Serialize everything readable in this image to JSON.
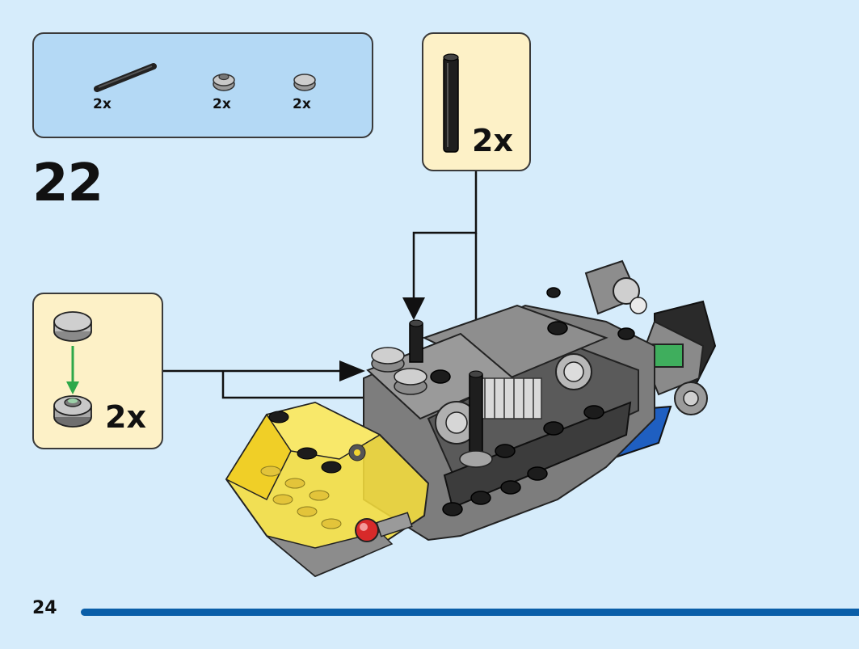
{
  "parts_list": {
    "items": [
      {
        "name": "black-axle-pin-icon",
        "qty": "2x"
      },
      {
        "name": "gray-round-plate-with-ring-icon",
        "qty": "2x"
      },
      {
        "name": "gray-round-tile-icon",
        "qty": "2x"
      }
    ]
  },
  "step": {
    "number": "22"
  },
  "callout_top": {
    "qty": "2x",
    "part": "black-bar-icon"
  },
  "callout_left": {
    "qty": "2x",
    "part": "stacked-round-plates-icon"
  },
  "page": {
    "number": "24"
  },
  "colors": {
    "background": "#d6ecfb",
    "parts_box": "#b4d9f5",
    "callout": "#fdf1c7",
    "progress_bar": "#0a5ea8"
  }
}
